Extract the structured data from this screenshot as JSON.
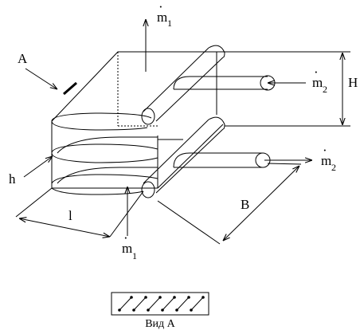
{
  "labels": {
    "m1_top": "m",
    "m1_top_sub": "1",
    "m1_bottom": "m",
    "m1_bottom_sub": "1",
    "m2_upper": "m",
    "m2_upper_sub": "2",
    "m2_lower": "m",
    "m2_lower_sub": "2",
    "a": "A",
    "h_dim": "H",
    "h_small": "h",
    "l_dim": "l",
    "b_dim": "B",
    "view_caption": "Вид А"
  }
}
